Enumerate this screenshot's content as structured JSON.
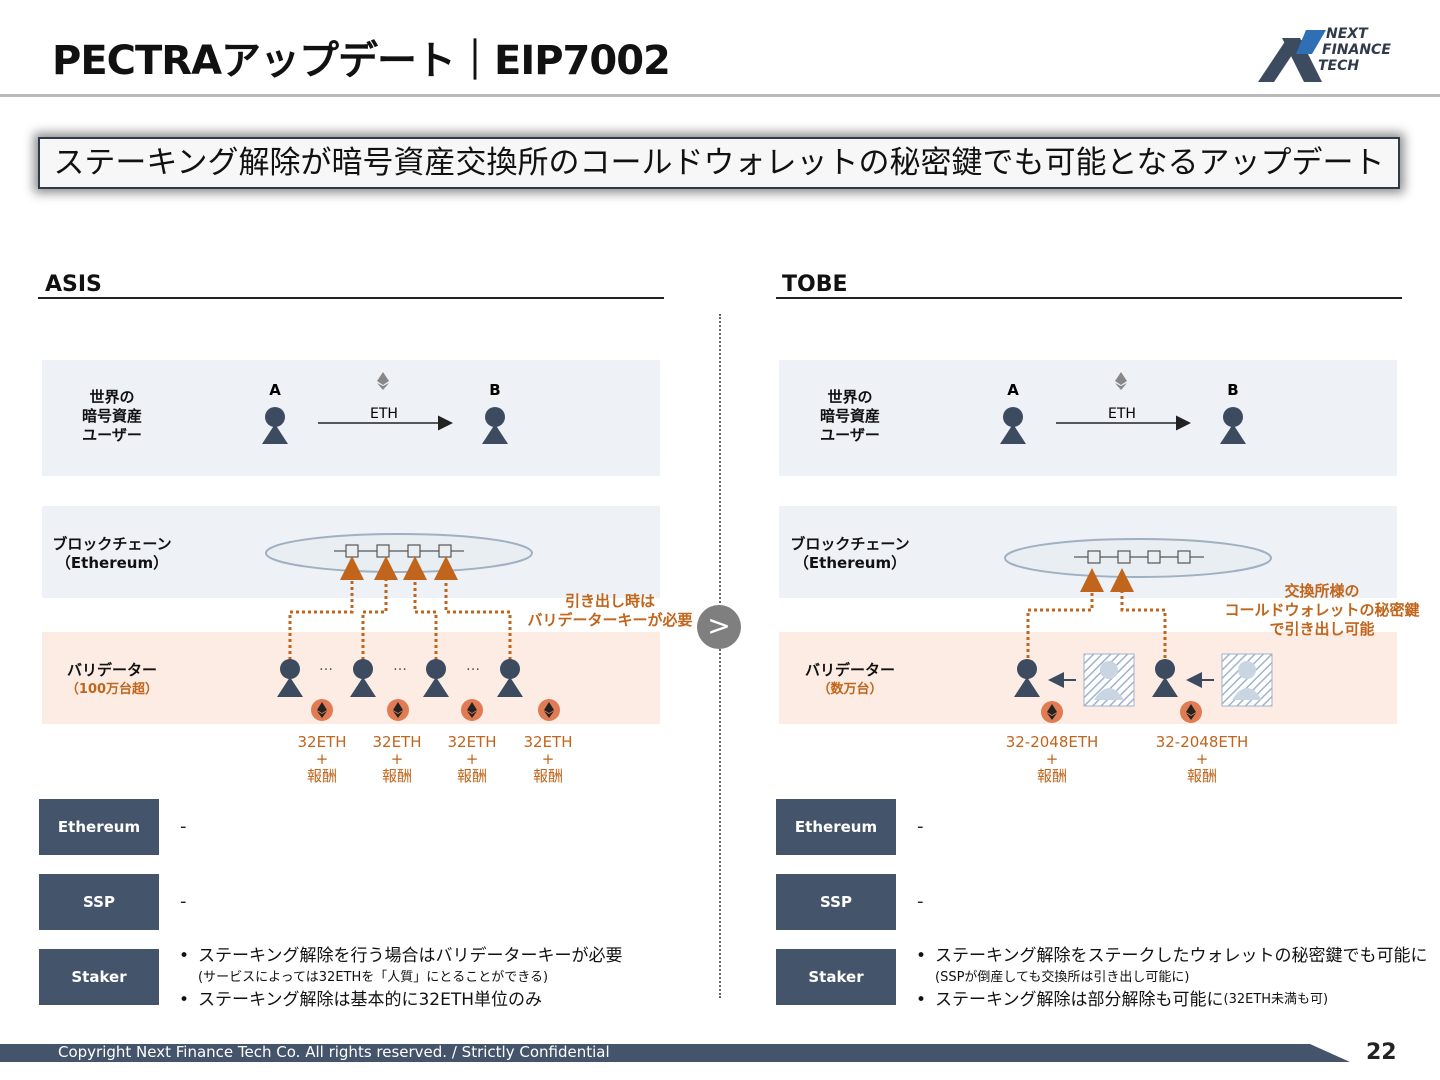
{
  "header": {
    "title": "PECTRAアップデート｜EIP7002",
    "logo_lines": [
      "NEXT",
      "FINANCE",
      "TECH"
    ]
  },
  "banner": "ステーキング解除が暗号資産交換所のコールドウォレットの秘密鍵でも可能となるアップデート",
  "asis": {
    "heading": "ASIS",
    "users_label": "世界の\n暗号資産\nユーザー",
    "user_a": "A",
    "user_b": "B",
    "eth_label": "ETH",
    "chain_label": "ブロックチェーン\n（Ethereum）",
    "validator_label": "バリデーター",
    "validator_sub": "（100万台超）",
    "note": "引き出し時は\nバリデーターキーが必要",
    "ellipsis": "…",
    "stakes": [
      "32ETH\n+\n報酬",
      "32ETH\n+\n報酬",
      "32ETH\n+\n報酬",
      "32ETH\n+\n報酬"
    ],
    "rows": [
      {
        "label": "Ethereum",
        "content": "-"
      },
      {
        "label": "SSP",
        "content": "-"
      },
      {
        "label": "Staker",
        "bullets": [
          {
            "text": "ステーキング解除を行う場合はバリデーターキーが必要",
            "sub": "(サービスによっては32ETHを「人質」にとることができる)"
          },
          {
            "text": "ステーキング解除は基本的に32ETH単位のみ"
          }
        ]
      }
    ]
  },
  "tobe": {
    "heading": "TOBE",
    "users_label": "世界の\n暗号資産\nユーザー",
    "user_a": "A",
    "user_b": "B",
    "eth_label": "ETH",
    "chain_label": "ブロックチェーン\n（Ethereum）",
    "validator_label": "バリデーター",
    "validator_sub": "（数万台）",
    "note": "交換所様の\nコールドウォレットの秘密鍵\nで引き出し可能",
    "stakes": [
      "32-2048ETH\n+\n報酬",
      "32-2048ETH\n+\n報酬"
    ],
    "rows": [
      {
        "label": "Ethereum",
        "content": "-"
      },
      {
        "label": "SSP",
        "content": "-"
      },
      {
        "label": "Staker",
        "bullets": [
          {
            "text": "ステーキング解除をステークしたウォレットの秘密鍵でも可能に",
            "sub": "(SSPが倒産しても交換所は引き出し可能に)"
          },
          {
            "text": "ステーキング解除は部分解除も可能に",
            "suffix": "(32ETH未満も可)"
          }
        ]
      }
    ]
  },
  "center_arrow": ">",
  "footer": {
    "copyright": "Copyright Next Finance Tech Co. All rights reserved. / Strictly Confidential",
    "page": "22"
  },
  "colors": {
    "accent_orange": "#c0651b",
    "navy": "#44546a",
    "user_icon": "#3d4b60"
  }
}
